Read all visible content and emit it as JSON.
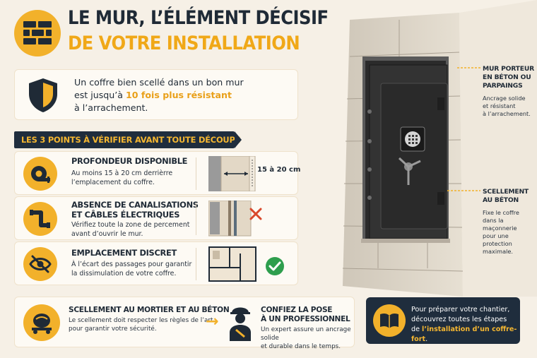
{
  "header": {
    "title_line1": "LE MUR, L’ÉLÉMENT DÉCISIF",
    "title_line2": "DE VOTRE INSTALLATION",
    "icon": "brick-wall-icon"
  },
  "intro": {
    "text_before": "Un coffre bien scellé dans un bon mur",
    "text_mid_prefix": "est jusqu’à ",
    "highlight": "10 fois plus résistant",
    "text_after": "à l’arrachement.",
    "icon": "shield-icon"
  },
  "section": {
    "banner": "LES 3 POINTS À VÉRIFIER AVANT TOUTE DÉCOUPE"
  },
  "checks": [
    {
      "title": "PROFONDEUR DISPONIBLE",
      "desc1": "Au moins 15 à 20 cm derrièrre",
      "desc2": "l’emplacement du coffre.",
      "icon": "tape-measure-icon",
      "diagram_label": "15 à 20 cm"
    },
    {
      "title1": "ABSENCE DE CANALISATIONS",
      "title2": "ET CÂBLES ÉLECTRIQUES",
      "desc1": "Vérifiez toute la zone de percement",
      "desc2": "avant d’ouvrir le mur.",
      "icon": "pipe-icon"
    },
    {
      "title": "EMPLACEMENT DISCRET",
      "desc1": "À l’écart des passages pour garantir",
      "desc2": "la dissimulation de votre coffre.",
      "icon": "eye-slash-icon"
    }
  ],
  "bottom": {
    "left_title": "SCELLEMENT AU MORTIER ET AU BÉTON",
    "left_desc1": "Le scellement doit respecter les règles de l’art",
    "left_desc2": "pour garantir votre sécurité.",
    "right_title1": "CONFIEZ LA POSE",
    "right_title2": "À UN PROFESSIONNEL",
    "right_desc1": "Un expert assure un ancrage solide",
    "right_desc2": "et durable dans le temps."
  },
  "guide": {
    "line1": "Pour préparer votre chantier,",
    "line2": "découvrez toutes les étapes",
    "line3_prefix": "de ",
    "highlight": "l’installation d’un coffre-fort",
    "line3_suffix": "."
  },
  "annotations": {
    "wall_title1": "MUR PORTEUR",
    "wall_title2": "EN BÉTON OU",
    "wall_title3": "PARPAINGS",
    "wall_desc1": "Ancrage solide",
    "wall_desc2": "et résistant",
    "wall_desc3": "à l’arrachement.",
    "seal_title1": "SCELLEMENT",
    "seal_title2": "AU BÉTON",
    "seal_desc1": "Fixe le coffre",
    "seal_desc2": "dans la maçonnerie",
    "seal_desc3": "pour une protection",
    "seal_desc4": "maximale."
  },
  "colors": {
    "accent": "#f2b12b",
    "navy": "#1f2d3d",
    "background": "#f6f0e6"
  }
}
